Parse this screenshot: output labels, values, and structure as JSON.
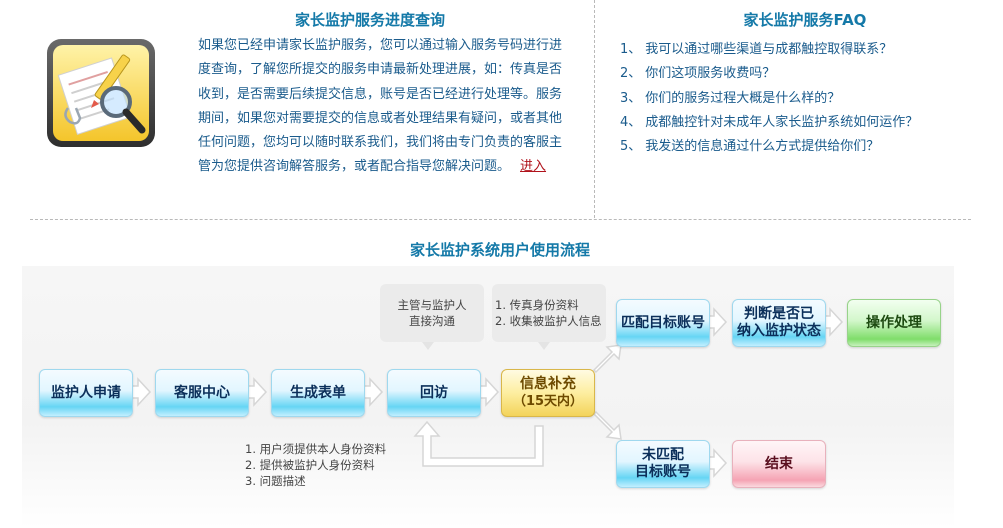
{
  "progress": {
    "title": "家长监护服务进度查询",
    "intro": "如果您已经申请家长监护服务，您可以通过输入服务号码进行进度查询，了解您所提交的服务申请最新处理进展，如：传真是否收到，是否需要后续提交信息，账号是否已经进行处理等。服务期间，如果您对需要提交的信息或者处理结果有疑问，或者其他任何问题，您均可以随时联系我们，我们将由专门负责的客服主管为您提供咨询解答服务，或者配合指导您解决问题。",
    "link": "进入"
  },
  "faq": {
    "title": "家长监护服务FAQ",
    "items": [
      {
        "num": "1、",
        "text": "我可以通过哪些渠道与成都触控取得联系？"
      },
      {
        "num": "2、",
        "text": "你们这项服务收费吗？"
      },
      {
        "num": "3、",
        "text": "你们的服务过程大概是什么样的？"
      },
      {
        "num": "4、",
        "text": "成都触控针对未成年人家长监护系统如何运作？"
      },
      {
        "num": "5、",
        "text": "我发送的信息通过什么方式提供给你们？"
      }
    ]
  },
  "flow": {
    "title": "家长监护系统用户使用流程",
    "steps": {
      "apply": "监护人申请",
      "service": "客服中心",
      "form": "生成表单",
      "visit": "回访",
      "supplement_line1": "信息补充",
      "supplement_line2": "（15天内）",
      "match": "匹配目标账号",
      "judge_line1": "判断是否已",
      "judge_line2": "纳入监护状态",
      "operate": "操作处理",
      "nomatch_line1": "未匹配",
      "nomatch_line2": "目标账号",
      "end": "结束"
    },
    "notes": {
      "communicate_line1": "主管与监护人",
      "communicate_line2": "直接沟通",
      "fax": [
        "1. 传真身份资料",
        "2. 收集被监护人信息"
      ],
      "requirements": [
        "1. 用户须提供本人身份资料",
        "2. 提供被监护人身份资料",
        "3. 问题描述"
      ]
    }
  },
  "colors": {
    "title": "#1479a8",
    "text": "#1a5b8c",
    "link": "#b0121b",
    "step_blue": "#66d5f4",
    "step_yellow": "#f3d35a",
    "step_green": "#7fdd6a",
    "step_pink": "#f5a3b3"
  },
  "icons": {
    "app": "magnifier-pen-document-icon"
  }
}
